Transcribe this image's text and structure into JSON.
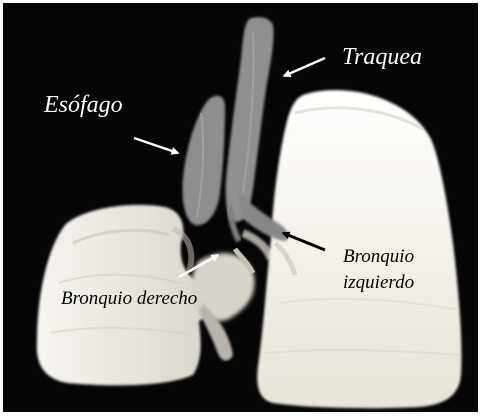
{
  "image": {
    "subject": "3D airway and lung rendering",
    "background_color": "#050505",
    "frame_color": "#ffffff",
    "label_color": "#ffffff",
    "lung_color": "#f4f1ea",
    "airway_color": "#8e8e8e"
  },
  "labels": {
    "trachea": "Traquea",
    "esophagus": "Esófago",
    "right_bronchus": "Bronquio derecho",
    "left_bronchus_line1": "Bronquio",
    "left_bronchus_line2": "izquierdo"
  },
  "arrows": {
    "trachea": "white",
    "esophagus": "white",
    "right_bronchus": "white",
    "left_bronchus": "black"
  }
}
